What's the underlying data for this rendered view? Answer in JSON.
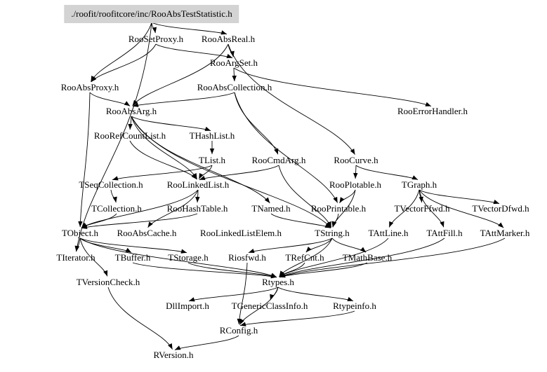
{
  "diagram": {
    "title": "./roofit/roofitcore/inc/RooAbsTestStatistic.h",
    "root": "./roofit/roofitcore/inc/RooAbsTestStatistic.h",
    "nodes": [
      {
        "id": "root",
        "label": "./roofit/roofitcore/inc/RooAbsTestStatistic.h"
      },
      {
        "id": "RooSetProxy",
        "label": "RooSetProxy.h"
      },
      {
        "id": "RooAbsReal",
        "label": "RooAbsReal.h"
      },
      {
        "id": "RooArgSet",
        "label": "RooArgSet.h"
      },
      {
        "id": "RooAbsProxy",
        "label": "RooAbsProxy.h"
      },
      {
        "id": "RooAbsCollection",
        "label": "RooAbsCollection.h"
      },
      {
        "id": "RooErrorHandler",
        "label": "RooErrorHandler.h"
      },
      {
        "id": "RooAbsArg",
        "label": "RooAbsArg.h"
      },
      {
        "id": "RooRefCountList",
        "label": "RooRefCountList.h"
      },
      {
        "id": "THashList",
        "label": "THashList.h"
      },
      {
        "id": "TList",
        "label": "TList.h"
      },
      {
        "id": "RooCmdArg",
        "label": "RooCmdArg.h"
      },
      {
        "id": "RooCurve",
        "label": "RooCurve.h"
      },
      {
        "id": "TSeqCollection",
        "label": "TSeqCollection.h"
      },
      {
        "id": "RooLinkedList",
        "label": "RooLinkedList.h"
      },
      {
        "id": "RooPlotable",
        "label": "RooPlotable.h"
      },
      {
        "id": "TGraph",
        "label": "TGraph.h"
      },
      {
        "id": "TCollection",
        "label": "TCollection.h"
      },
      {
        "id": "RooHashTable",
        "label": "RooHashTable.h"
      },
      {
        "id": "TNamed",
        "label": "TNamed.h"
      },
      {
        "id": "RooPrintable",
        "label": "RooPrintable.h"
      },
      {
        "id": "TVectorFfwd",
        "label": "TVectorFfwd.h"
      },
      {
        "id": "TVectorDfwd",
        "label": "TVectorDfwd.h"
      },
      {
        "id": "TObject",
        "label": "TObject.h"
      },
      {
        "id": "RooAbsCache",
        "label": "RooAbsCache.h"
      },
      {
        "id": "RooLinkedListElem",
        "label": "RooLinkedListElem.h"
      },
      {
        "id": "TString",
        "label": "TString.h"
      },
      {
        "id": "TAttLine",
        "label": "TAttLine.h"
      },
      {
        "id": "TAttFill",
        "label": "TAttFill.h"
      },
      {
        "id": "TAttMarker",
        "label": "TAttMarker.h"
      },
      {
        "id": "TIterator",
        "label": "TIterator.h"
      },
      {
        "id": "TBuffer",
        "label": "TBuffer.h"
      },
      {
        "id": "TStorage",
        "label": "TStorage.h"
      },
      {
        "id": "Riosfwd",
        "label": "Riosfwd.h"
      },
      {
        "id": "TRefCnt",
        "label": "TRefCnt.h"
      },
      {
        "id": "TMathBase",
        "label": "TMathBase.h"
      },
      {
        "id": "TVersionCheck",
        "label": "TVersionCheck.h"
      },
      {
        "id": "Rtypes",
        "label": "Rtypes.h"
      },
      {
        "id": "DllImport",
        "label": "DllImport.h"
      },
      {
        "id": "TGenericClassInfo",
        "label": "TGenericClassInfo.h"
      },
      {
        "id": "Rtypeinfo",
        "label": "Rtypeinfo.h"
      },
      {
        "id": "RConfig",
        "label": "RConfig.h"
      },
      {
        "id": "RVersion",
        "label": "RVersion.h"
      }
    ],
    "edges": [
      [
        "root",
        "RooSetProxy"
      ],
      [
        "root",
        "RooAbsReal"
      ],
      [
        "root",
        "RooAbsProxy"
      ],
      [
        "root",
        "TIterator"
      ],
      [
        "RooSetProxy",
        "RooAbsProxy"
      ],
      [
        "RooSetProxy",
        "RooArgSet"
      ],
      [
        "RooAbsReal",
        "RooArgSet"
      ],
      [
        "RooAbsReal",
        "RooAbsArg"
      ],
      [
        "RooAbsReal",
        "RooCurve"
      ],
      [
        "RooArgSet",
        "RooAbsCollection"
      ],
      [
        "RooArgSet",
        "RooErrorHandler"
      ],
      [
        "RooAbsProxy",
        "RooAbsArg"
      ],
      [
        "RooAbsProxy",
        "TObject"
      ],
      [
        "RooAbsCollection",
        "RooAbsArg"
      ],
      [
        "RooAbsCollection",
        "RooCmdArg"
      ],
      [
        "RooAbsCollection",
        "RooPrintable"
      ],
      [
        "RooAbsArg",
        "RooRefCountList"
      ],
      [
        "RooAbsArg",
        "THashList"
      ],
      [
        "RooAbsArg",
        "TNamed"
      ],
      [
        "RooAbsArg",
        "RooLinkedList"
      ],
      [
        "RooAbsArg",
        "TString"
      ],
      [
        "RooRefCountList",
        "RooLinkedList"
      ],
      [
        "THashList",
        "TList"
      ],
      [
        "TList",
        "TSeqCollection"
      ],
      [
        "TList",
        "RooLinkedList"
      ],
      [
        "RooCmdArg",
        "RooLinkedList"
      ],
      [
        "RooCmdArg",
        "TString"
      ],
      [
        "RooCurve",
        "RooPlotable"
      ],
      [
        "RooCurve",
        "TGraph"
      ],
      [
        "TSeqCollection",
        "TCollection"
      ],
      [
        "RooLinkedList",
        "RooHashTable"
      ],
      [
        "RooLinkedList",
        "RooAbsCache"
      ],
      [
        "RooLinkedList",
        "TObject"
      ],
      [
        "RooPlotable",
        "RooPrintable"
      ],
      [
        "RooPlotable",
        "TString"
      ],
      [
        "TGraph",
        "TVectorFfwd"
      ],
      [
        "TGraph",
        "TVectorDfwd"
      ],
      [
        "TGraph",
        "TAttLine"
      ],
      [
        "TGraph",
        "TAttFill"
      ],
      [
        "TGraph",
        "TAttMarker"
      ],
      [
        "TCollection",
        "TObject"
      ],
      [
        "RooHashTable",
        "TObject"
      ],
      [
        "TNamed",
        "TString"
      ],
      [
        "RooPrintable",
        "TString"
      ],
      [
        "TObject",
        "TIterator"
      ],
      [
        "TObject",
        "TBuffer"
      ],
      [
        "TObject",
        "TStorage"
      ],
      [
        "TObject",
        "TVersionCheck"
      ],
      [
        "TObject",
        "Rtypes"
      ],
      [
        "TString",
        "TRefCnt"
      ],
      [
        "TString",
        "TMathBase"
      ],
      [
        "TString",
        "Rtypes"
      ],
      [
        "TString",
        "Riosfwd"
      ],
      [
        "TAttLine",
        "Rtypes"
      ],
      [
        "TAttFill",
        "Rtypes"
      ],
      [
        "TAttMarker",
        "Rtypes"
      ],
      [
        "TBuffer",
        "Rtypes"
      ],
      [
        "TStorage",
        "Rtypes"
      ],
      [
        "TRefCnt",
        "Rtypes"
      ],
      [
        "TMathBase",
        "Rtypes"
      ],
      [
        "Riosfwd",
        "RConfig"
      ],
      [
        "TVersionCheck",
        "RVersion"
      ],
      [
        "Rtypes",
        "DllImport"
      ],
      [
        "Rtypes",
        "TGenericClassInfo"
      ],
      [
        "Rtypes",
        "Rtypeinfo"
      ],
      [
        "Rtypes",
        "RConfig"
      ],
      [
        "Rtypeinfo",
        "RConfig"
      ],
      [
        "RConfig",
        "RVersion"
      ]
    ]
  }
}
